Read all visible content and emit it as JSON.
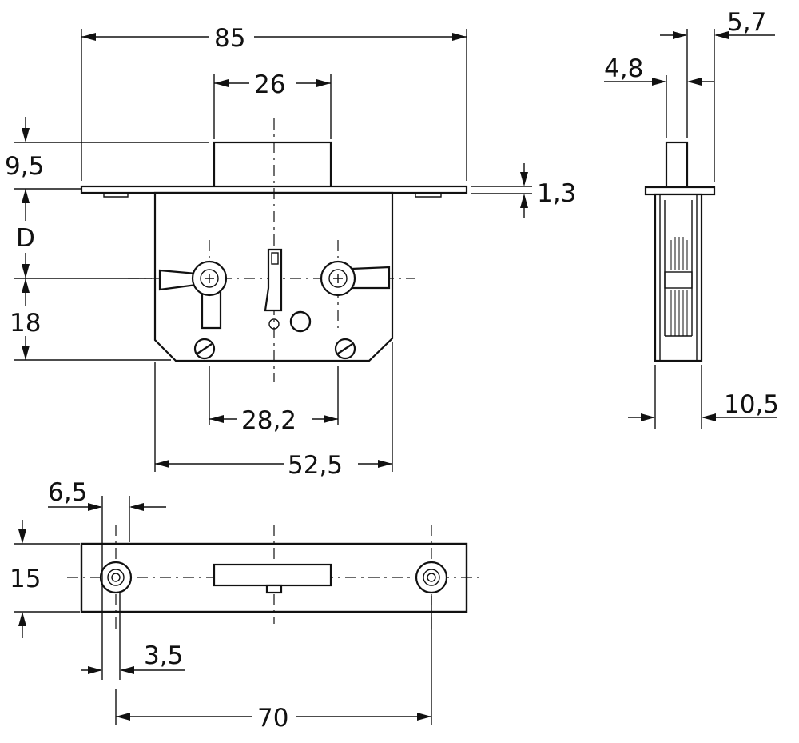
{
  "dimensions": {
    "width_85": "85",
    "width_26": "26",
    "height_9_5": "9,5",
    "dim_D": "D",
    "height_18": "18",
    "thickness_1_3": "1,3",
    "spacing_28_2": "28,2",
    "width_52_5": "52,5",
    "side_4_8": "4,8",
    "side_5_7": "5,7",
    "side_10_5": "10,5",
    "bottom_6_5": "6,5",
    "bottom_15": "15",
    "bottom_3_5": "3,5",
    "bottom_70": "70"
  }
}
